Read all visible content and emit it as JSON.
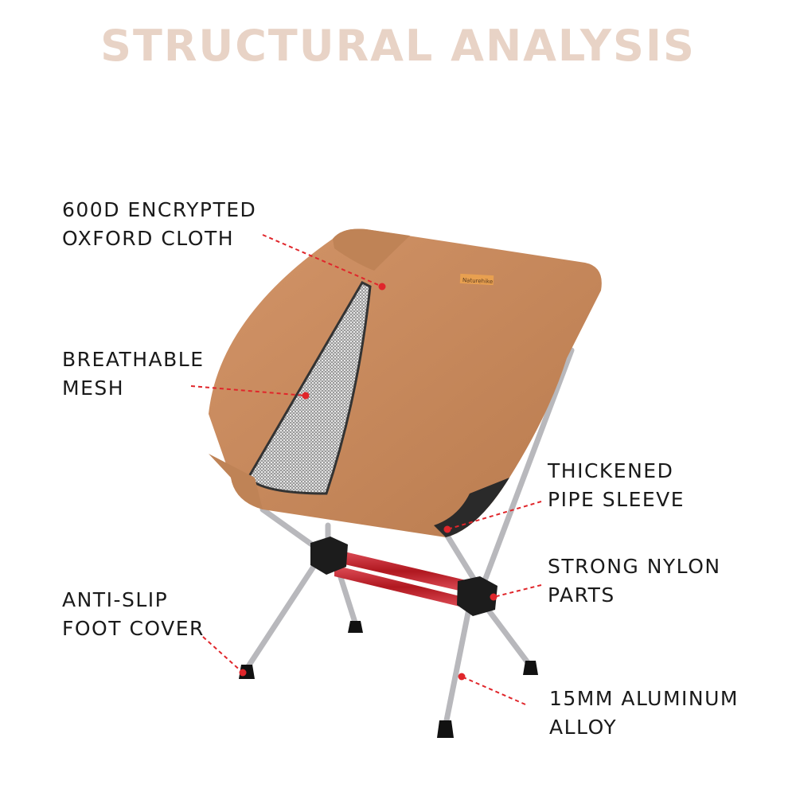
{
  "title": "STRUCTURAL ANALYSIS",
  "logo_text": "Naturehike",
  "colors": {
    "title": "#e8d3c6",
    "fabric": "#c88a5c",
    "leader": "#e0262b",
    "crossbar": "#c8202a"
  },
  "callouts": [
    {
      "lines": [
        "600D ENCRYPTED",
        "OXFORD CLOTH"
      ]
    },
    {
      "lines": [
        "BREATHABLE",
        "MESH"
      ]
    },
    {
      "lines": [
        "THICKENED",
        "PIPE SLEEVE"
      ]
    },
    {
      "lines": [
        "STRONG NYLON",
        "PARTS"
      ]
    },
    {
      "lines": [
        "ANTI-SLIP",
        "FOOT COVER"
      ]
    },
    {
      "lines": [
        "15MM ALUMINUM",
        "ALLOY"
      ]
    }
  ]
}
